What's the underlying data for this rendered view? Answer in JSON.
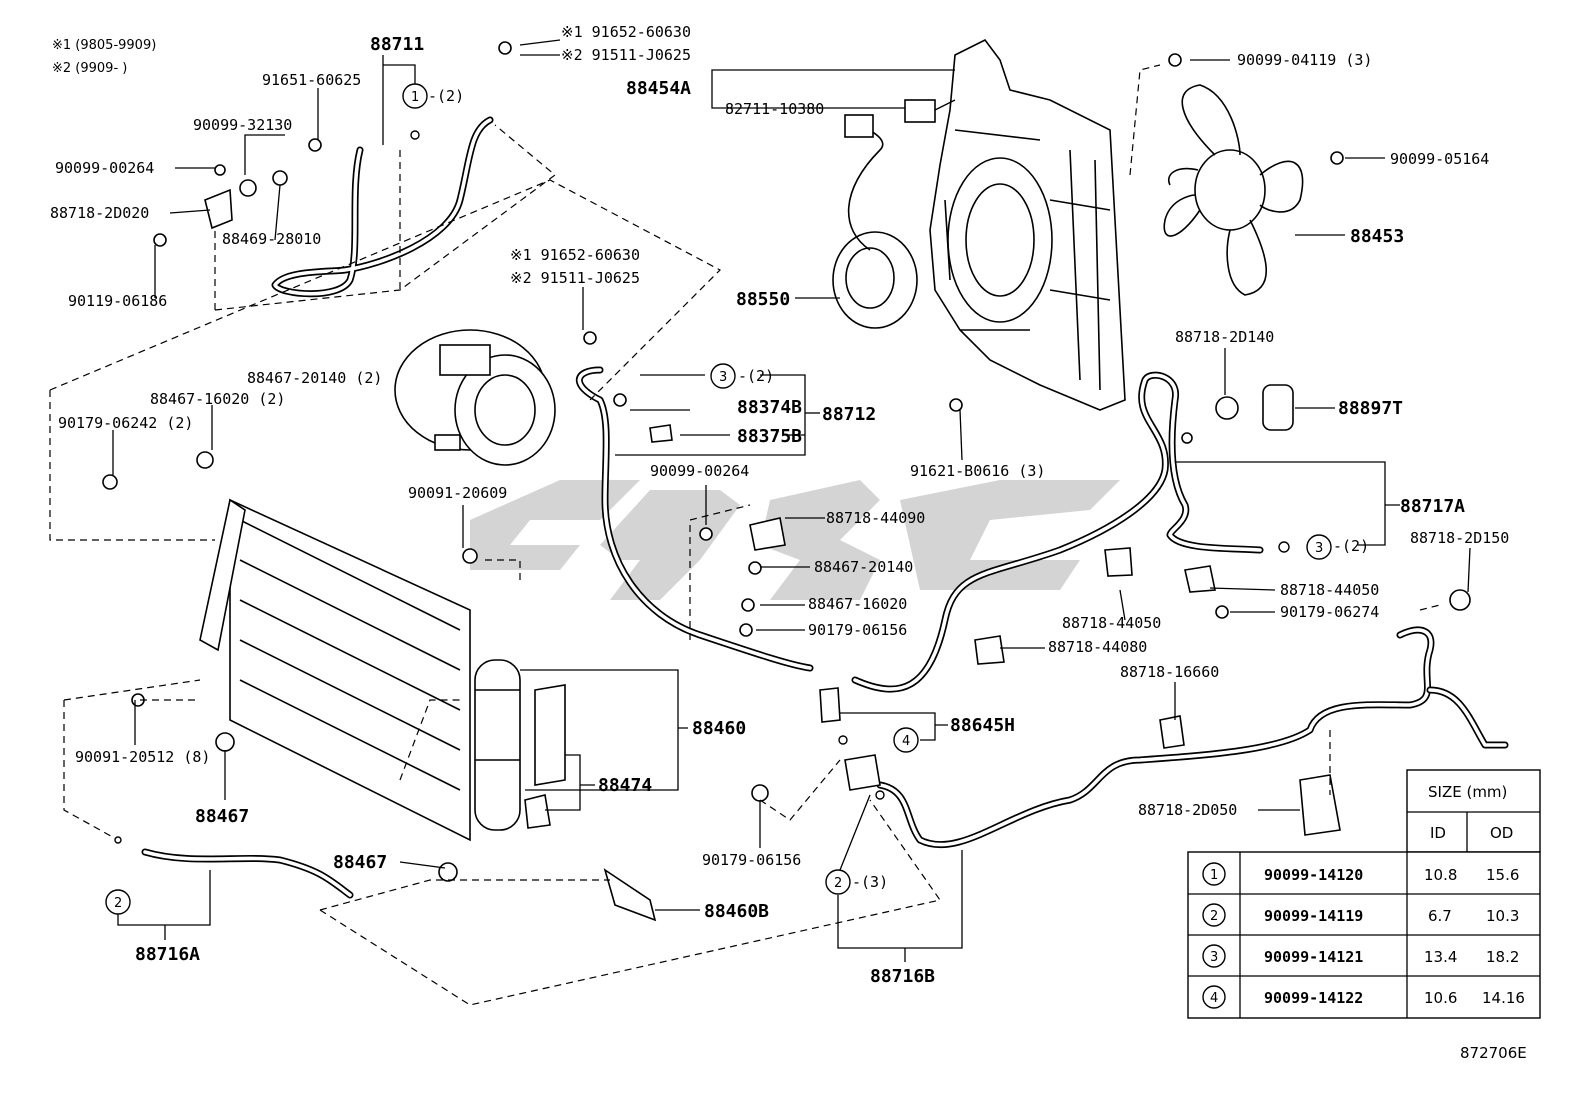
{
  "notes": {
    "n1": "※1 (9805-9909)",
    "n2": "※2 (9909-      )"
  },
  "labels": {
    "p88711": "88711",
    "p91651_60625": "91651-60625",
    "p90099_32130": "90099-32130",
    "p90099_00264_a": "90099-00264",
    "p88718_2d020": "88718-2D020",
    "p88469_28010": "88469-28010",
    "p90119_06186": "90119-06186",
    "s1_91652_top": "※1 91652-60630",
    "s2_91511_top": "※2 91511-J0625",
    "p88454a": "88454A",
    "p82711_10380": "82711-10380",
    "p90099_04119": "90099-04119 (3)",
    "p90099_05164": "90099-05164",
    "p88453": "88453",
    "p88550": "88550",
    "s1_91652_mid": "※1 91652-60630",
    "s2_91511_mid": "※2 91511-J0625",
    "p88467_20140_2": "88467-20140 (2)",
    "p88467_16020_2": "88467-16020 (2)",
    "p90179_06242_2": "90179-06242 (2)",
    "c3_2_a": "-(2)",
    "p88374b": "88374B",
    "p88712": "88712",
    "p88375b": "88375B",
    "p88718_2d140": "88718-2D140",
    "p88897t": "88897T",
    "p91621_b0616": "91621-B0616 (3)",
    "p90099_00264_b": "90099-00264",
    "p90091_20609": "90091-20609",
    "p88718_44090": "88718-44090",
    "p88467_20140": "88467-20140",
    "p88467_16020": "88467-16020",
    "p90179_06156_a": "90179-06156",
    "p88717a": "88717A",
    "c3_2_b": "-(2)",
    "p88718_2d150": "88718-2D150",
    "p88718_44050_a": "88718-44050",
    "p88718_44050_b": "88718-44050",
    "p90179_06274": "90179-06274",
    "p88718_44080": "88718-44080",
    "p88718_16660": "88718-16660",
    "p88460": "88460",
    "p88645h": "88645H",
    "p90091_20512": "90091-20512 (8)",
    "p88467_a": "88467",
    "p88474": "88474",
    "p88718_2d050": "88718-2D050",
    "p90179_06156_b": "90179-06156",
    "p88467_b": "88467",
    "c2_3": "-(3)",
    "p88460b": "88460B",
    "p88716a": "88716A",
    "p88716b": "88716B",
    "c1_2": "-(2)",
    "catalog": "872706E"
  },
  "circles": {
    "one": "1",
    "two": "2",
    "three": "3",
    "four": "4"
  },
  "size_table": {
    "title": "SIZE (mm)",
    "col_id": "ID",
    "col_od": "OD",
    "rows": [
      {
        "no": "1",
        "part": "90099-14120",
        "id": "10.8",
        "od": "15.6"
      },
      {
        "no": "2",
        "part": "90099-14119",
        "id": "6.7",
        "od": "10.3"
      },
      {
        "no": "3",
        "part": "90099-14121",
        "id": "13.4",
        "od": "18.2"
      },
      {
        "no": "4",
        "part": "90099-14122",
        "id": "10.6",
        "od": "14.16"
      }
    ]
  }
}
